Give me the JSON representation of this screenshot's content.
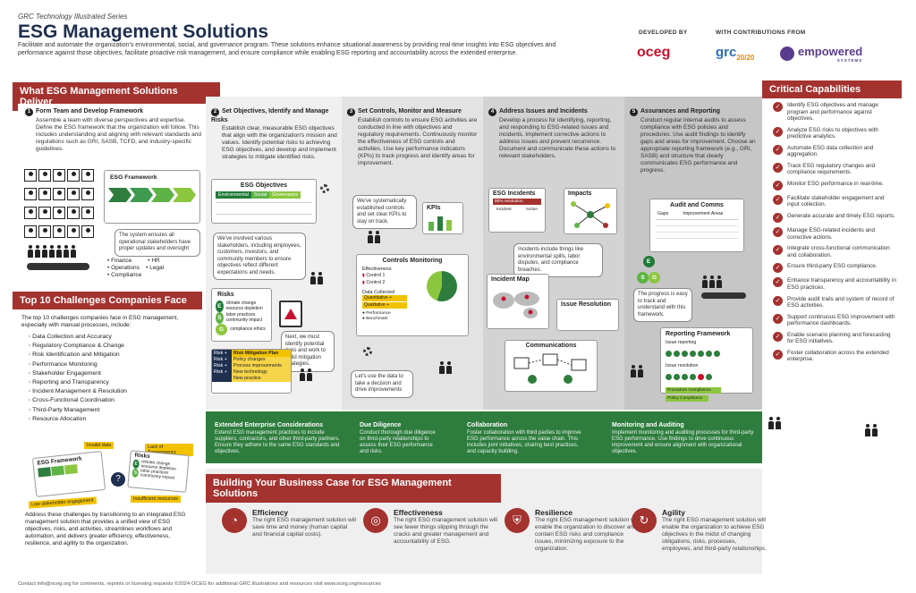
{
  "header": {
    "series": "GRC Technology Illustrated Series",
    "title": "ESG Management Solutions",
    "description": "Facilitate and automate the organization's environmental, social, and governance program. These solutions enhance situational awareness by providing real-time insights into ESG objectives and performance against those objectives, facilitate proactive risk management, and ensure compliance while enabling ESG reporting and accountability across the extended enterprise.",
    "developed_by": "DEVELOPED BY",
    "contributions_from": "WITH CONTRIBUTIONS FROM",
    "oceg_logo": "oceg",
    "grc_logo": "grc",
    "grc_logo_year": "20/20",
    "empowered_logo": "empowered",
    "empowered_sub": "SYSTEMS"
  },
  "deliver": {
    "heading": "What ESG Management Solutions Deliver",
    "steps": [
      {
        "num": "1",
        "title": "Form Team and Develop Framework",
        "desc": "Assemble a team with diverse perspectives and expertise. Define the ESG framework that the organization will follow. This includes understanding and aligning with relevant standards and regulations such as GRI, SASB, TCFD, and industry-specific guidelines."
      },
      {
        "num": "2",
        "title": "Set Objectives, Identify and Manage Risks",
        "desc": "Establish clear, measurable ESG objectives that align with the organization's mission and values. Identify potential risks to achieving ESG objectives, and develop and implement strategies to mitigate identified risks."
      },
      {
        "num": "3",
        "title": "Set Controls, Monitor and Measure",
        "desc": "Establish controls to ensure ESG activities are conducted in line with objectives and regulatory requirements. Continuously monitor the effectiveness of ESG controls and activities. Use key performance indicators (KPIs) to track progress and identify areas for improvement."
      },
      {
        "num": "4",
        "title": "Address Issues and Incidents",
        "desc": "Develop a process for identifying, reporting, and responding to ESG-related issues and incidents. Implement corrective actions to address issues and prevent recurrence. Document and communicate these actions to relevant stakeholders."
      },
      {
        "num": "5",
        "title": "Assurances and Reporting",
        "desc": "Conduct regular internal audits to assess compliance with ESG policies and procedures. Use audit findings to identify gaps and areas for improvement. Choose an appropriate reporting framework (e.g., GRI, SASB) and structure that clearly communicates ESG performance and progress."
      }
    ],
    "p1": {
      "framework_label": "ESG Framework",
      "bubble": "The system ensures all operational stakeholders have proper updates and oversight",
      "roles": [
        "Finance",
        "Operations",
        "Compliance",
        "HR",
        "Legal"
      ]
    },
    "p2": {
      "objectives_title": "ESG Objectives",
      "tabs": [
        "Environmental",
        "Social",
        "Governance"
      ],
      "bubble1": "We've involved various stakeholders, including employees, customers, investors, and community members to ensure objectives reflect different expectations and needs.",
      "risks_title": "Risks",
      "risks": [
        "climate change resource depletion",
        "labor practices community impact",
        "compliance ethics"
      ],
      "bubble2": "Next, we must identify potential risks and work to build mitigation strategies.",
      "plan_title": "Risk Mitigation Plan",
      "plan_left": [
        "Risk +",
        "Risk +",
        "Risk +",
        "Risk +"
      ],
      "plan_items": [
        "Policy changes",
        "Process improvements",
        "New technology",
        "New practice"
      ]
    },
    "p3": {
      "bubble1": "We've systematically established controls and set clear KPIs to stay on track.",
      "kpis": "KPIs",
      "monitor_title": "Controls Monitoring",
      "effectiveness": "Effectiveness",
      "controls": [
        "Control 1",
        "Control 2"
      ],
      "data_collected": "Data Collected",
      "data_items": [
        "Quantitative +",
        "Qualitative +"
      ],
      "legend": [
        "Performance",
        "Benchmark"
      ],
      "bubble2": "Let's use the data to take a decision and drive improvements"
    },
    "p4": {
      "incidents_title": "ESG Incidents",
      "incident_tag": "80% resolution",
      "incident_cols": [
        "Incident",
        "Action"
      ],
      "impacts": "Impacts",
      "bubble": "Incidents include things like environmental spills, labor disputes, and compliance breaches.",
      "map": "Incident Map",
      "resolution": "Issue Resolution",
      "comms": "Communications"
    },
    "p5": {
      "audit_title": "Audit and Comms",
      "audit_cols": [
        "Gaps",
        "Improvement Areas"
      ],
      "bubble": "The progress is easy to track and understand with this framework.",
      "reporting_title": "Reporting Framework",
      "issue_reporting": "Issue reporting",
      "issue_resolution": "Issue resolution",
      "bars": [
        "Procedure Compliance",
        "Policy Compliance"
      ]
    }
  },
  "challenges": {
    "heading": "Top 10 Challenges Companies Face",
    "intro": "The top 10 challenges companies face in ESG management, especially with manual processes, include:",
    "items": [
      "Data Collection and Accuracy",
      "Regulatory Compliance & Change",
      "Risk Identification and Mitigation",
      "Performance Monitoring",
      "Stakeholder Engagement",
      "Reporting and Transparency",
      "Incident Management & Resolution",
      "Cross-Functional Coordination",
      "Third-Party Management",
      "Resource Allocation"
    ],
    "tags": [
      "Invalid data",
      "Lack of Transparency",
      "Low stakeholder engagement",
      "Insufficient resources"
    ],
    "framework": "ESG Framework",
    "risks": "Risks",
    "risk_items": [
      "climate change resource depletion",
      "labor practices community impact"
    ],
    "outro": "Address these challenges by transitioning to an integrated ESG management solution that provides a unified view of ESG objectives, risks, and activities, streamlines workflows and automation, and delivers greater efficiency, effectiveness, resilience, and agility to the organization."
  },
  "critical": {
    "heading": "Critical Capabilities",
    "items": [
      "Identify ESG objectives and manage program and performance against objectives.",
      "Analyze ESG risks to objectives with predictive analytics.",
      "Automate ESG data collection and aggregation.",
      "Track ESG regulatory changes and compliance requirements.",
      "Monitor ESG performance in real-time.",
      "Facilitate stakeholder engagement and input collection.",
      "Generate accurate and timely ESG reports.",
      "Manage ESG-related incidents and corrective actions.",
      "Integrate cross-functional communication and collaboration.",
      "Ensure third-party ESG compliance.",
      "Enhance transparency and accountability in ESG practices.",
      "Provide audit trails and system of record of ESG activities.",
      "Support continuous ESG improvement with performance dashboards.",
      "Enable scenario planning and forecasting for ESG initiatives.",
      "Foster collaboration across the extended enterprise."
    ]
  },
  "extended": [
    {
      "title": "Extended Enterprise Considerations",
      "desc": "Extend ESG management practices to include suppliers, contractors, and other third-party partners. Ensure they adhere to the same ESG standards and objectives."
    },
    {
      "title": "Due Diligence",
      "desc": "Conduct thorough due diligence on third-party relationships to assess their ESG performance and risks."
    },
    {
      "title": "Collaboration",
      "desc": "Foster collaboration with third parties to improve ESG performance across the value chain. This includes joint initiatives, sharing best practices, and capacity building."
    },
    {
      "title": "Monitoring and Auditing",
      "desc": "Implement monitoring and auditing processes for third-party ESG performance. Use findings to drive continuous improvement and ensure alignment with organizational objectives."
    }
  ],
  "business_case": {
    "heading": "Building Your Business Case for ESG Management Solutions",
    "items": [
      {
        "title": "Efficiency",
        "desc": "The right ESG management solution will save time and money (human capital and financial capital costs)."
      },
      {
        "title": "Effectiveness",
        "desc": "The right ESG management solution will see fewer things slipping through the cracks and greater management and accountability of ESG."
      },
      {
        "title": "Resilience",
        "desc": "The right ESG management solution will enable the organization to discover and contain ESG risks and compliance issues, minimizing exposure to the organization."
      },
      {
        "title": "Agility",
        "desc": "The right ESG management solution will enable the organization to achieve ESG objectives in the midst of changing obligations, risks, processes, employees, and third-party relationships."
      }
    ]
  },
  "footer": "Contact info@oceg.org for comments, reprints or licensing requests ©2024 OCEG for additional GRC illustrations and resources visit www.oceg.org/resources",
  "colors": {
    "accent_red": "#a4322f",
    "green": "#2e7d3e",
    "navy": "#1f2f4f"
  }
}
